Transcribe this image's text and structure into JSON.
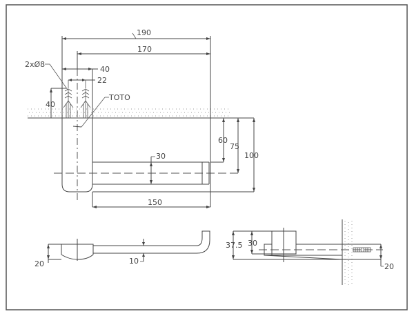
{
  "drawing": {
    "brand_label": "TOTO",
    "hole_callout": "2xØ8",
    "top_view": {
      "dim_overall_width": "190",
      "dim_projection": "170",
      "dim_mount_width": "40",
      "dim_hole_spacing": "22",
      "dim_anchor_depth": "40",
      "dim_bar_height_center": "60",
      "dim_bar_center": "75",
      "dim_overall_height": "100",
      "dim_bar_diameter": "30",
      "dim_bar_length": "150"
    },
    "front_view": {
      "dim_base_height": "20",
      "dim_rod_thickness": "10"
    },
    "side_view": {
      "dim_total_height": "37.5",
      "dim_body_height": "30",
      "dim_anchor_height": "20"
    }
  }
}
